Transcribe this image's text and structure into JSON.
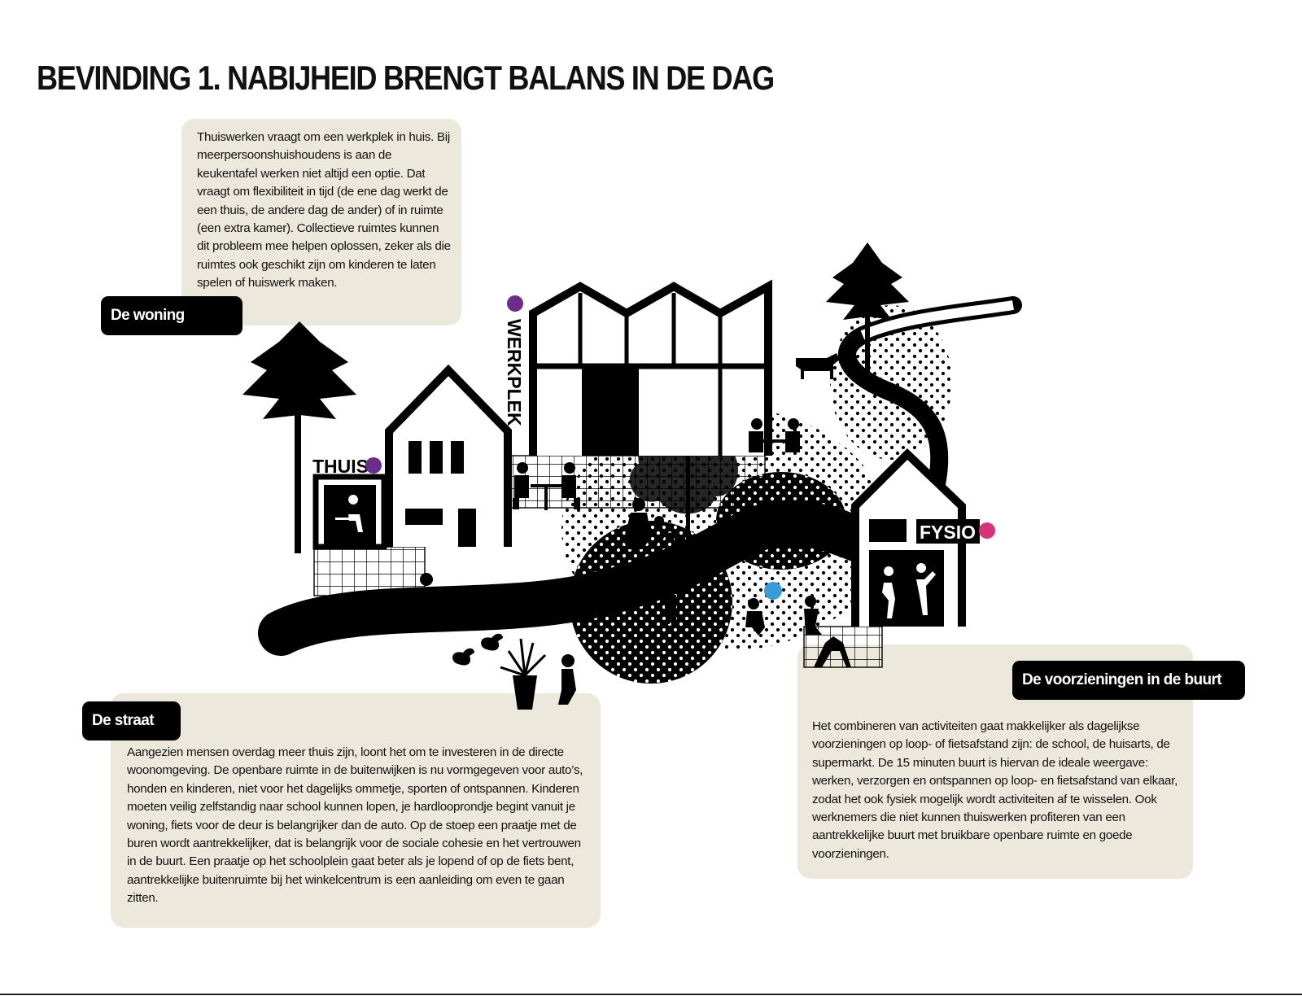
{
  "title": "BEVINDING 1. NABIJHEID BRENGT BALANS IN DE DAG",
  "woning": {
    "label": "De woning",
    "text": "Thuiswerken vraagt om een werkplek in huis. Bij meerpersoonshuishoudens is aan de keukentafel werken niet altijd een optie. Dat vraagt om flexibiliteit in tijd (de ene dag werkt de een thuis, de andere dag de ander) of in ruimte (een extra kamer). Collectieve ruimtes kunnen dit probleem mee helpen oplossen, zeker als die ruimtes ook geschikt zijn om kinderen te laten spelen of huiswerk maken."
  },
  "straat": {
    "label": "De straat",
    "text": "Aangezien mensen overdag meer thuis zijn, loont het om te investeren in de directe woonomgeving. De openbare ruimte in de buitenwijken is nu vormgegeven voor auto’s, honden en kinderen, niet voor het dagelijks ommetje, sporten of ontspannen. Kinderen moeten veilig zelfstandig naar school kunnen lopen, je hardlooprondje begint vanuit je woning, fiets voor de deur is belangrijker dan de auto. Op de stoep een praatje met de buren wordt aantrekkelijker, dat is belangrijk voor de sociale cohesie en het vertrouwen in de buurt. Een praatje op het schoolplein gaat beter als je lopend of op de fiets bent, aantrekkelijke buitenruimte bij het winkelcentrum is een aanleiding om even te gaan zitten."
  },
  "voorzieningen": {
    "label": "De voorzieningen in de buurt",
    "text": "Het combineren van activiteiten gaat makkelijker als dagelijkse voorzieningen op loop- of fietsafstand zijn: de school, de huisarts, de supermarkt. De 15 minuten buurt is hiervan de ideale weergave: werken, verzorgen en ontspannen op loop- en fietsafstand van elkaar, zodat het ook fysiek mogelijk wordt activiteiten af te wisselen. Ook werknemers die niet kunnen thuiswerken profiteren van een aantrekkelijke buurt met bruikbare openbare ruimte en goede voorzieningen."
  },
  "illustration": {
    "thuis": "THUIS",
    "werkplek": "WERKPLEK",
    "fysio": "FYSIO",
    "colors": {
      "purple": "#6b2d8a",
      "pink": "#d6337a",
      "blue": "#3a9bd9",
      "box": "#ece8dc"
    }
  }
}
